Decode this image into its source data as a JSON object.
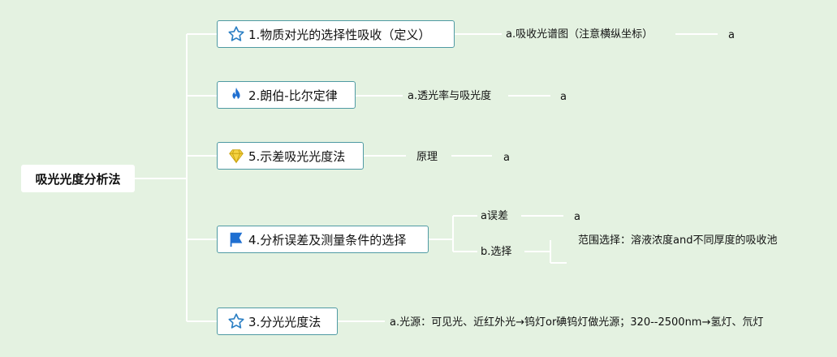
{
  "root": {
    "label": "吸光光度分析法"
  },
  "branches": [
    {
      "label": "1.物质对光的选择性吸收（定义）",
      "icon": "star-icon",
      "children": [
        {
          "label": "a.吸收光谱图（注意横纵坐标）",
          "children": [
            {
              "label": "a"
            }
          ]
        }
      ]
    },
    {
      "label": "2.朗伯-比尔定律",
      "icon": "fire-icon",
      "children": [
        {
          "label": "a.透光率与吸光度",
          "children": [
            {
              "label": "a"
            }
          ]
        }
      ]
    },
    {
      "label": "5.示差吸光光度法",
      "icon": "diamond-icon",
      "children": [
        {
          "label": "原理",
          "children": [
            {
              "label": "a"
            }
          ]
        }
      ]
    },
    {
      "label": "4.分析误差及测量条件的选择",
      "icon": "flag-icon",
      "children": [
        {
          "label": "a误差",
          "children": [
            {
              "label": "a"
            }
          ]
        },
        {
          "label": "b.选择",
          "children": [
            {
              "label": "范围选择：溶液浓度and不同厚度的吸收池"
            }
          ]
        }
      ]
    },
    {
      "label": "3.分光光度法",
      "icon": "star-icon",
      "children": [
        {
          "label": "a.光源：可见光、近红外光→钨灯or碘钨灯做光源；320--2500nm→氢灯、氘灯"
        }
      ]
    }
  ],
  "colors": {
    "background": "#e4f2e1",
    "connector": "#ffffff",
    "topic_border": "#4f9aa3"
  }
}
